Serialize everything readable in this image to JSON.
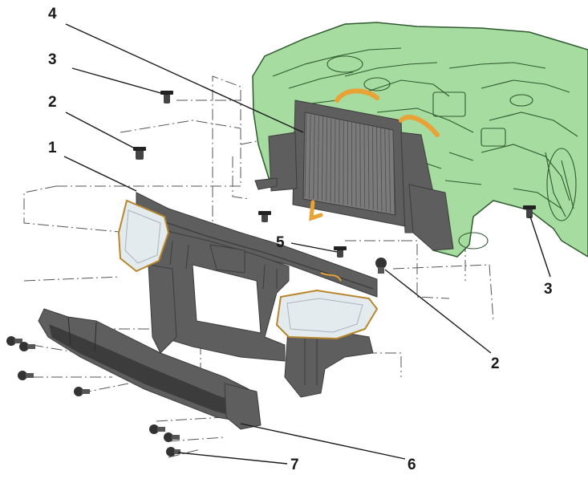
{
  "labels": {
    "l1": "1",
    "l2a": "2",
    "l2b": "2",
    "l3a": "3",
    "l3b": "3",
    "l4": "4",
    "l5": "5",
    "l6": "6",
    "l7": "7"
  },
  "colors": {
    "engine_bay": "#a6dca0",
    "engine_line": "#2f5a2f",
    "carrier": "#5e5e5e",
    "carrier_dark": "#3c3c3c",
    "radiator": "#7a7a7a",
    "headlamp": "#e4ebee",
    "headlamp_trim": "#b8862b",
    "hose": "#e8a236"
  }
}
